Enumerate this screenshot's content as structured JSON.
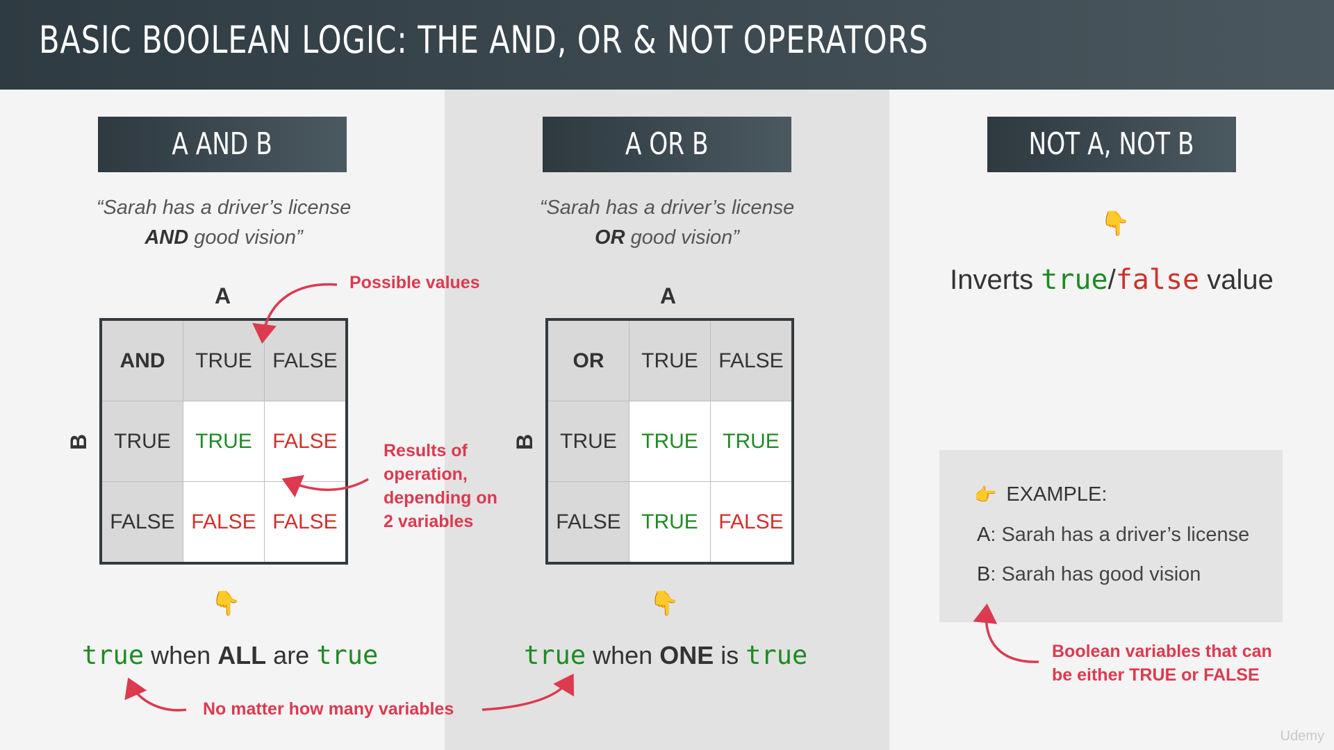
{
  "header": {
    "title": "BASIC BOOLEAN LOGIC: THE AND, OR & NOT OPERATORS"
  },
  "and_panel": {
    "operator_label": "A AND B",
    "quote_line1": "“Sarah has a driver’s license",
    "quote_keyword": "AND",
    "quote_line2_rest": " good vision”",
    "axis_a": "A",
    "axis_b": "B",
    "table": [
      [
        "AND",
        "TRUE",
        "FALSE"
      ],
      [
        "TRUE",
        "TRUE",
        "FALSE"
      ],
      [
        "FALSE",
        "FALSE",
        "FALSE"
      ]
    ],
    "result": {
      "kw1": "true",
      "mid1": " when ",
      "emph": "ALL",
      "mid2": " are ",
      "kw2": "true"
    }
  },
  "or_panel": {
    "operator_label": "A OR B",
    "quote_line1": "“Sarah has a driver’s license",
    "quote_keyword": "OR",
    "quote_line2_rest": " good vision”",
    "axis_a": "A",
    "axis_b": "B",
    "table": [
      [
        "OR",
        "TRUE",
        "FALSE"
      ],
      [
        "TRUE",
        "TRUE",
        "TRUE"
      ],
      [
        "FALSE",
        "TRUE",
        "FALSE"
      ]
    ],
    "result": {
      "kw1": "true",
      "mid1": " when ",
      "emph": "ONE",
      "mid2": " is ",
      "kw2": "true"
    }
  },
  "not_panel": {
    "operator_label": "NOT A, NOT B",
    "text_before": "Inverts ",
    "kw_true": "true",
    "slash": "/",
    "kw_false": "false",
    "text_after": " value",
    "example": {
      "heading": "EXAMPLE:",
      "line_a_key": "A",
      "line_a_text": ": Sarah has a driver’s license",
      "line_b_key": "B",
      "line_b_text": ": Sarah has good vision"
    }
  },
  "annotations": {
    "possible_values": "Possible values",
    "results": [
      "Results of",
      "operation,",
      "depending on",
      "2 variables"
    ],
    "no_matter": "No matter how many variables",
    "boolean_vars": [
      "Boolean variables that can",
      "be either TRUE or FALSE"
    ]
  },
  "icons": {
    "pointer_down": "👇",
    "pointer_right": "👉"
  },
  "watermark": "Udemy",
  "colors": {
    "true_green": "#1f8a23",
    "false_red": "#d0302a",
    "annotation_red": "#dc3a4f",
    "header_dark": "#2f3b42"
  }
}
